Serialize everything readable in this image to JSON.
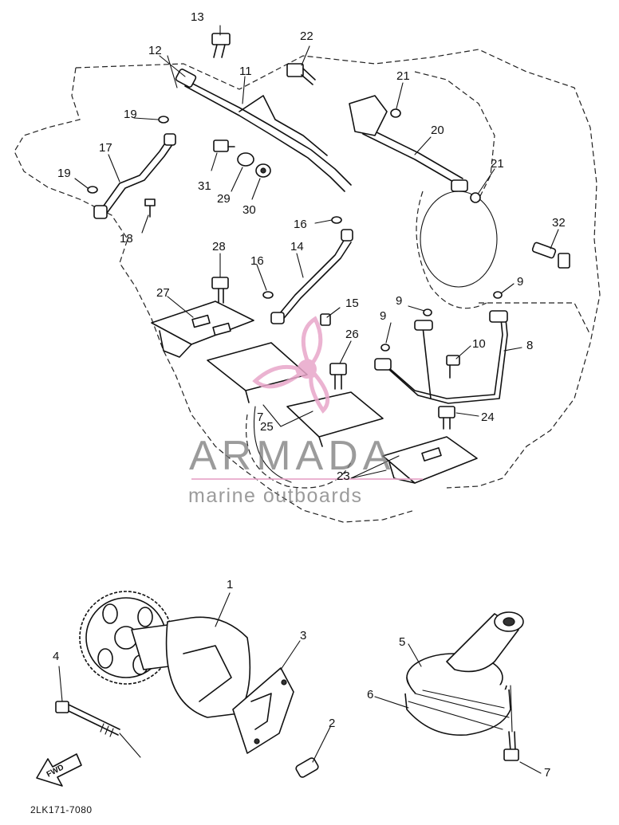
{
  "diagram": {
    "labels": {
      "l1": "1",
      "l2": "2",
      "l3": "3",
      "l4": "4",
      "l5": "5",
      "l6": "6",
      "l7a": "7",
      "l7b": "7",
      "l8": "8",
      "l9a": "9",
      "l9b": "9",
      "l9c": "9",
      "l10": "10",
      "l11": "11",
      "l12": "12",
      "l13": "13",
      "l14": "14",
      "l15": "15",
      "l16a": "16",
      "l16b": "16",
      "l17": "17",
      "l18": "18",
      "l19a": "19",
      "l19b": "19",
      "l20": "20",
      "l21a": "21",
      "l21b": "21",
      "l22": "22",
      "l23": "23",
      "l24": "24",
      "l25": "25",
      "l26": "26",
      "l27": "27",
      "l28": "28",
      "l29": "29",
      "l30": "30",
      "l31": "31",
      "l32": "32"
    },
    "fwd_label": "FWD",
    "drawing_code": "2LK171-7080"
  },
  "watermark": {
    "brand": "ARMADA",
    "tagline": "marine outboards",
    "accent_color": "#e8a6c9",
    "text_color": "#7a7a7a"
  }
}
